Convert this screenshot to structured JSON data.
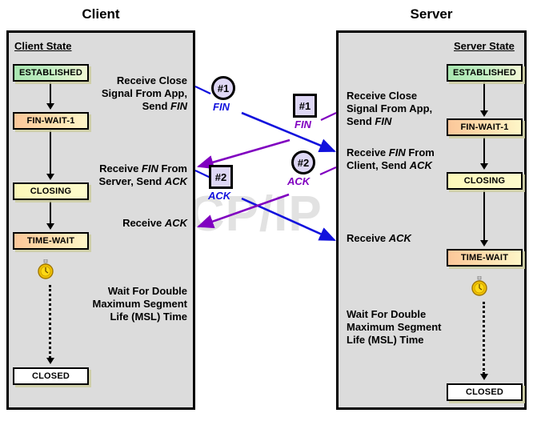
{
  "diagram": {
    "watermark": "The TCP/IP Guide",
    "columns": {
      "client_title": "Client",
      "server_title": "Server"
    },
    "colors": {
      "panel_fill": "#dcdcdc",
      "panel_border": "#000000",
      "state_established": "#a8e6b0",
      "state_finwait": "#fbc79a",
      "state_closing": "#fcf8b8",
      "state_closed": "#ffffff",
      "marker_fill": "#ded7f5",
      "client_arrow": "#1111dd",
      "server_arrow": "#8000c0",
      "watermark": "#e2e2e2"
    }
  },
  "client": {
    "heading": "Client State",
    "states": [
      {
        "label": "ESTABLISHED"
      },
      {
        "label": "FIN-WAIT-1"
      },
      {
        "label": "CLOSING"
      },
      {
        "label": "TIME-WAIT"
      },
      {
        "label": "CLOSED"
      }
    ],
    "events": [
      {
        "text": "Receive Close\nSignal From App,\nSend FIN"
      },
      {
        "text": "Receive FIN From\nServer, Send ACK"
      },
      {
        "text": "Receive ACK"
      },
      {
        "text": "Wait For Double\nMaximum Segment\nLife (MSL) Time"
      }
    ],
    "markers": [
      {
        "id": "#1",
        "label": "FIN",
        "shape": "circle",
        "color": "#1111dd"
      },
      {
        "id": "#2",
        "label": "ACK",
        "shape": "square",
        "color": "#1111dd"
      }
    ],
    "timer_icon": "stopwatch-icon"
  },
  "server": {
    "heading": "Server State",
    "states": [
      {
        "label": "ESTABLISHED"
      },
      {
        "label": "FIN-WAIT-1"
      },
      {
        "label": "CLOSING"
      },
      {
        "label": "TIME-WAIT"
      },
      {
        "label": "CLOSED"
      }
    ],
    "events": [
      {
        "text": "Receive Close\nSignal From App,\nSend FIN"
      },
      {
        "text": "Receive FIN From\nClient, Send ACK"
      },
      {
        "text": "Receive ACK"
      },
      {
        "text": "Wait For Double\nMaximum Segment\nLife (MSL) Time"
      }
    ],
    "markers": [
      {
        "id": "#1",
        "label": "FIN",
        "shape": "square",
        "color": "#8000c0"
      },
      {
        "id": "#2",
        "label": "ACK",
        "shape": "circle",
        "color": "#8000c0"
      }
    ],
    "timer_icon": "stopwatch-icon"
  }
}
